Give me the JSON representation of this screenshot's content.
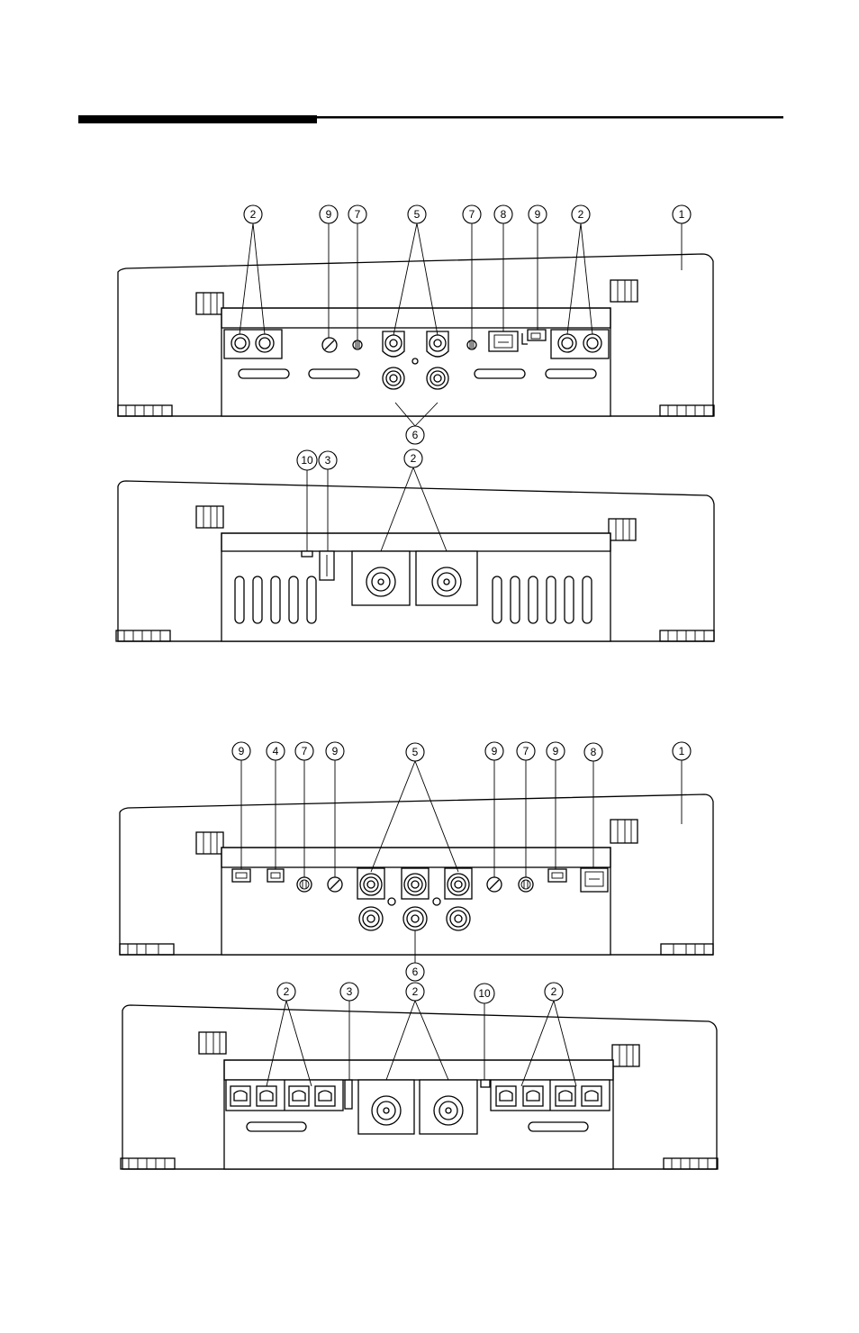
{
  "header_rule": {
    "colors": {
      "bar": "#000000",
      "line": "#000000"
    }
  },
  "figures": [
    {
      "id": "amp-a-front",
      "callouts": [
        "2",
        "9",
        "7",
        "5",
        "7",
        "8",
        "9",
        "2",
        "1",
        "6"
      ]
    },
    {
      "id": "amp-a-rear",
      "callouts": [
        "10",
        "3",
        "2"
      ]
    },
    {
      "id": "amp-b-front",
      "callouts": [
        "9",
        "4",
        "7",
        "9",
        "5",
        "9",
        "7",
        "9",
        "8",
        "1",
        "6"
      ]
    },
    {
      "id": "amp-b-rear",
      "callouts": [
        "2",
        "3",
        "2",
        "10",
        "2"
      ]
    }
  ],
  "labels": {
    "f1_c2a": "2",
    "f1_c9a": "9",
    "f1_c7a": "7",
    "f1_c5": "5",
    "f1_c7b": "7",
    "f1_c8": "8",
    "f1_c9b": "9",
    "f1_c2b": "2",
    "f1_c1": "1",
    "f1_c6": "6",
    "f2_c10": "10",
    "f2_c3": "3",
    "f2_c2": "2",
    "f3_c9a": "9",
    "f3_c4": "4",
    "f3_c7a": "7",
    "f3_c9b": "9",
    "f3_c5": "5",
    "f3_c9c": "9",
    "f3_c7b": "7",
    "f3_c9d": "9",
    "f3_c8": "8",
    "f3_c1": "1",
    "f3_c6": "6",
    "f4_c2a": "2",
    "f4_c3": "3",
    "f4_c2b": "2",
    "f4_c10": "10",
    "f4_c2c": "2"
  }
}
